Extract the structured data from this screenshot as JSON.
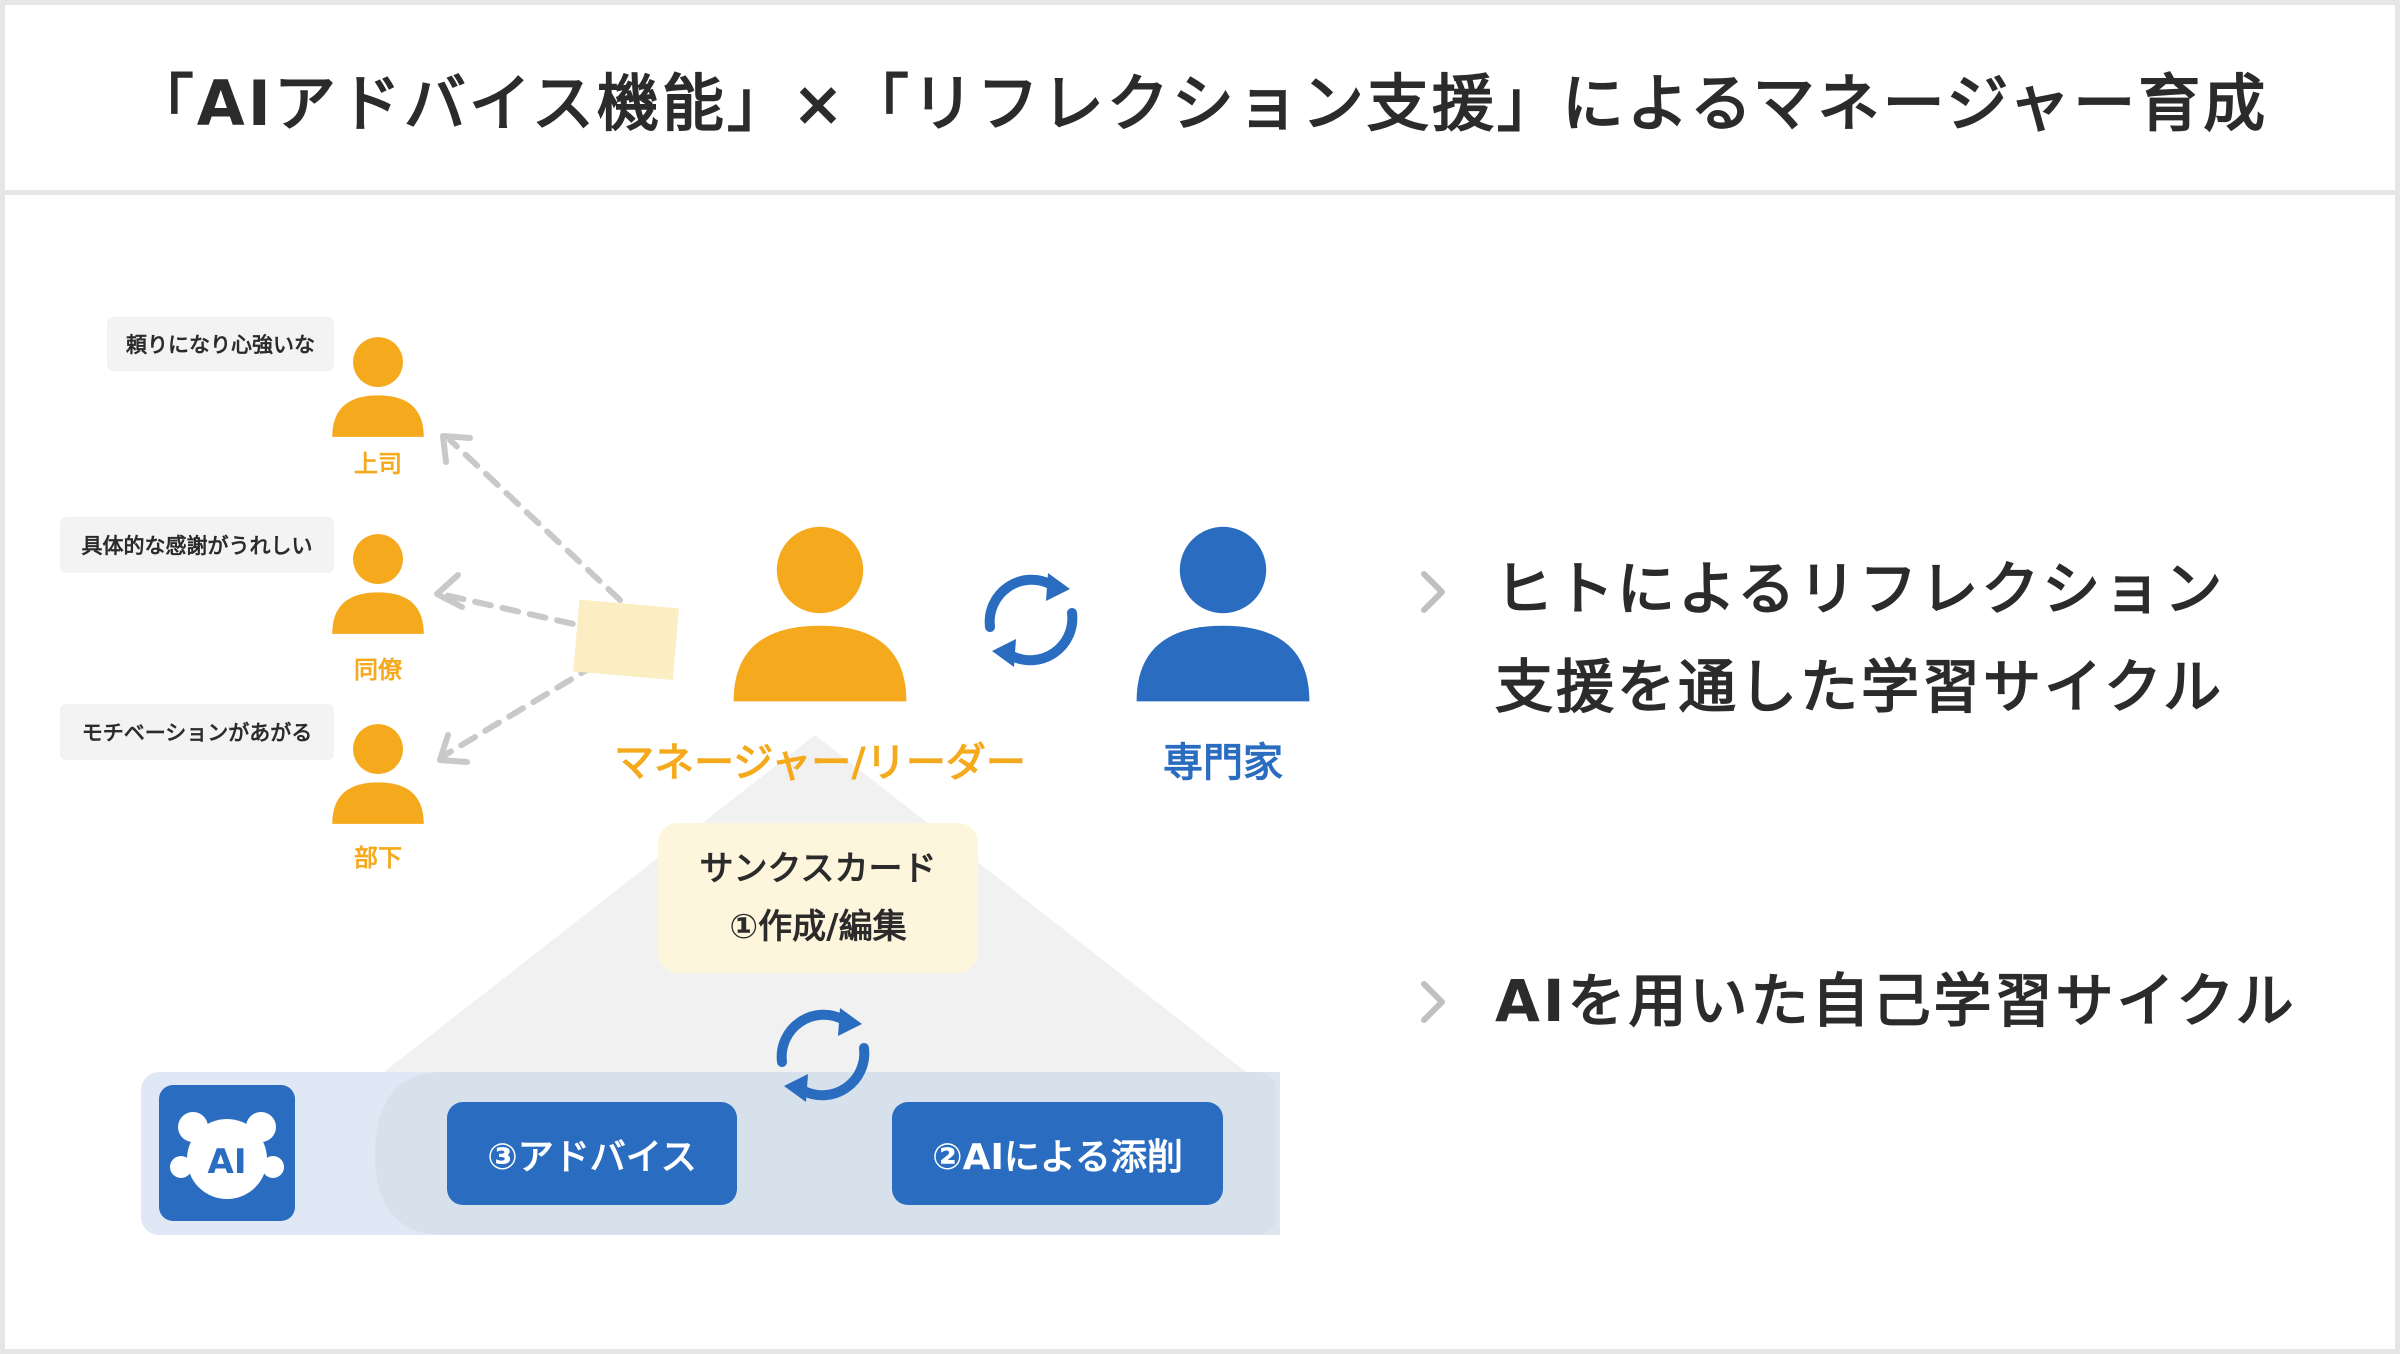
{
  "title": "「AIアドバイス機能」×「リフレクション支援」によるマネージャー育成",
  "left_people": [
    {
      "role": "上司",
      "comment": "頼りになり心強いな"
    },
    {
      "role": "同僚",
      "comment": "具体的な感謝がうれしい"
    },
    {
      "role": "部下",
      "comment": "モチベーションがあがる"
    }
  ],
  "manager_label": "マネージャー/リーダー",
  "expert_label": "専門家",
  "card": {
    "line1": "サンクスカード",
    "line2": "①作成/編集"
  },
  "ai_logo_text": "AI",
  "advice_label": "③アドバイス",
  "ai_review_label": "②AIによる添削",
  "right_points": {
    "point1_line1": "ヒトによるリフレクション",
    "point1_line2": "支援を通した学習サイクル",
    "point2": "AIを用いた自己学習サイクル"
  },
  "colors": {
    "orange": "#f5a91c",
    "blue": "#2a6cc0",
    "card_bg": "#fdf5dc",
    "note_yellow": "#fbeec3",
    "gray_arrow": "#c9c9c9",
    "ai_bar": "#dfe8f4"
  },
  "icons": [
    "person-icon",
    "cycle-arrows-icon",
    "dashed-arrow-icon",
    "chevron-right-icon",
    "ai-bear-logo-icon"
  ]
}
